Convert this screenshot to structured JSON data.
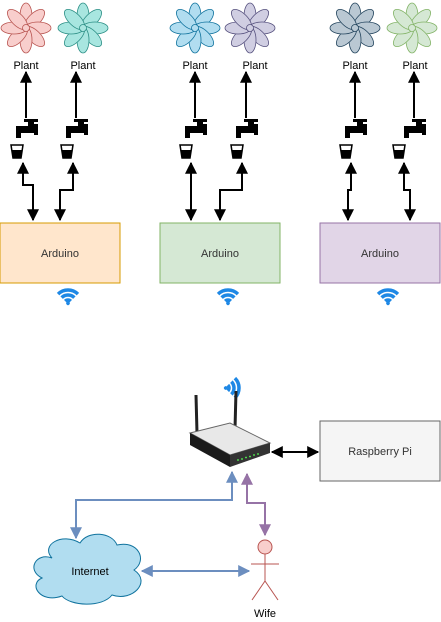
{
  "plant_label": "Plant",
  "arduino_label": "Arduino",
  "raspberry_label": "Raspberry Pi",
  "internet_label": "Internet",
  "wife_label": "Wife",
  "groups": [
    {
      "box_fill": "#ffe6cc",
      "box_stroke": "#d79b00",
      "plants": [
        {
          "fill": "#f8cecc",
          "stroke": "#b85450"
        },
        {
          "fill": "#a8e6e0",
          "stroke": "#2c8f86"
        }
      ]
    },
    {
      "box_fill": "#d5e8d4",
      "box_stroke": "#82b366",
      "plants": [
        {
          "fill": "#b1ddf0",
          "stroke": "#10739e"
        },
        {
          "fill": "#d0cee2",
          "stroke": "#56517e"
        }
      ]
    },
    {
      "box_fill": "#e1d5e7",
      "box_stroke": "#9673a6",
      "plants": [
        {
          "fill": "#bac8d3",
          "stroke": "#23445d"
        },
        {
          "fill": "#d5e8d4",
          "stroke": "#82b366"
        }
      ]
    }
  ],
  "colors": {
    "wifi": "#1e88e5",
    "raspberry_fill": "#f5f5f5",
    "raspberry_stroke": "#666666",
    "internet_fill": "#b1ddf0",
    "internet_stroke": "#10739e",
    "link_blue": "#6c8ebf",
    "link_purple": "#9673a6",
    "person_fill": "#f8cecc",
    "person_stroke": "#b85450"
  }
}
